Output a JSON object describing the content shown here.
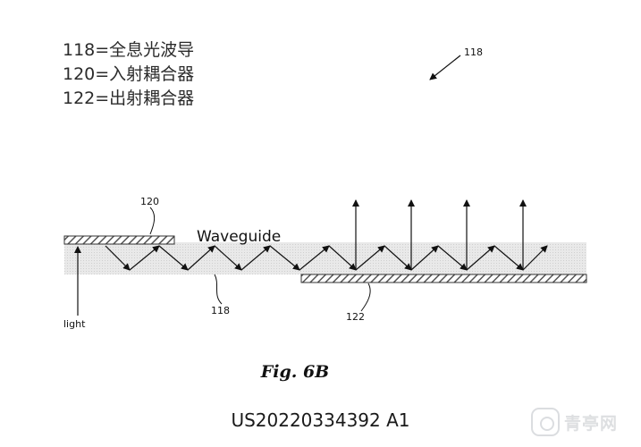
{
  "legend": [
    "118=全息光波导",
    "120=入射耦合器",
    "122=出射耦合器"
  ],
  "labels": {
    "waveguide": "Waveguide",
    "ref_118_top": "118",
    "ref_120": "120",
    "ref_118_bottom": "118",
    "ref_122": "122",
    "light": "light"
  },
  "caption": "Fig. 6B",
  "patent_number": "US20220334392 A1",
  "watermark": "青亭网",
  "colors": {
    "waveguide_fill": "#e6e6e6",
    "hatch": "#555555",
    "line": "#111111"
  }
}
